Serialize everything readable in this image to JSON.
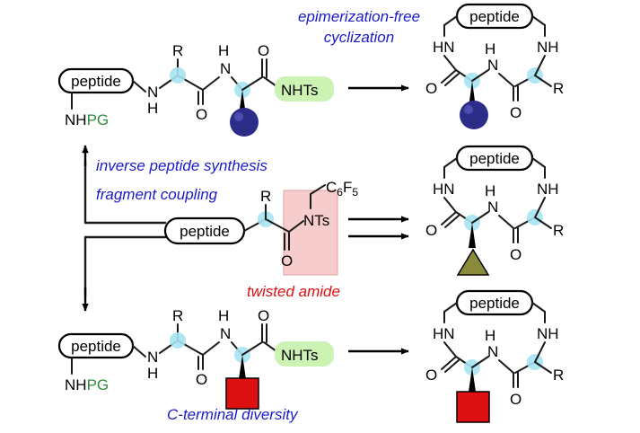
{
  "colors": {
    "caption_blue": "#1a1acc",
    "caption_red": "#dd1111",
    "pg_green": "#2e8b3a",
    "nhts_box": "#ccf2b4",
    "alpha_dot": "#a6e3f2",
    "sphere": "#2c2c8a",
    "square": "#dd1111",
    "cyclopropane": "#8a8a3a",
    "twisted_box": "#f6cccc"
  },
  "labels": {
    "peptide": "peptide",
    "nh": "NH",
    "hn": "HN",
    "n": "N",
    "h": "H",
    "o": "O",
    "r": "R",
    "nhts": "NHTs",
    "nts": "NTs",
    "nh_pg_prefix": "NH",
    "pg": "PG",
    "c6f5_c": "C",
    "c6f5_6": "6",
    "c6f5_f": "F",
    "c6f5_5": "5"
  },
  "captions": {
    "epimerization_line1": "epimerization-free",
    "epimerization_line2": "cyclization",
    "inverse_synthesis": "inverse peptide synthesis",
    "fragment_coupling": "fragment coupling",
    "twisted_amide": "twisted amide",
    "c_terminal_diversity": "C-terminal diversity"
  },
  "icons": [
    "blue-sphere-icon",
    "cyclopropane-icon",
    "red-square-icon"
  ]
}
